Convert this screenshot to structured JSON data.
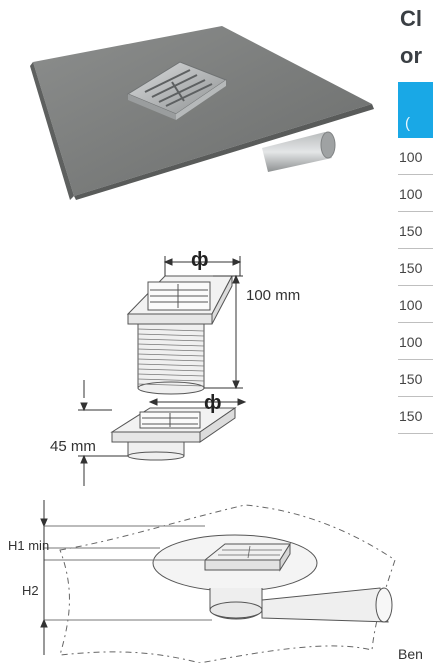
{
  "heading_lines": [
    "Cl",
    "or"
  ],
  "table": {
    "header_fragment": "(",
    "rows": [
      "100",
      "100",
      "150",
      "150",
      "100",
      "100",
      "150",
      "150"
    ]
  },
  "diagram_labels": {
    "diameter_symbol": "ф",
    "height_large": "100 mm",
    "height_small": "45 mm",
    "h1": "H1 min",
    "h2": "H2"
  },
  "footer_fragment": "Ben"
}
